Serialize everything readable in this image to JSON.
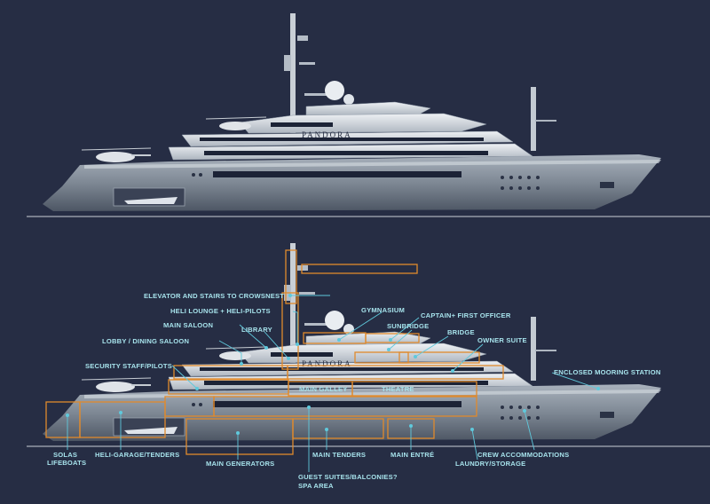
{
  "yacht_name": "PANDORA",
  "labels": {
    "elevator": "ELEVATOR AND STAIRS TO CROWSNEST",
    "heli_lounge": "HELI LOUNGE + HELI-PILOTS",
    "main_saloon": "MAIN SALOON",
    "library": "LIBRARY",
    "lobby": "LOBBY / DINING SALOON",
    "security": "SECURITY STAFF/PILOTS",
    "gymnasium": "GYMNASIUM",
    "captain": "CAPTAIN+ FIRST OFFICER",
    "sunbridge": "SUNBRIDGE",
    "bridge": "BRIDGE",
    "owner_suite": "OWNER SUITE",
    "mooring": "ENCLOSED MOORING STATION",
    "main_galley": "MAIN GALLEY",
    "theatre": "THEATRE",
    "solas_1": "SOLAS",
    "solas_2": "LIFEBOATS",
    "heli_garage": "HELI-GARAGE/TENDERS",
    "main_generators": "MAIN GENERATORS",
    "main_tenders": "MAIN TENDERS",
    "main_entre": "MAIN ENTRÉ",
    "crew": "CREW ACCOMMODATIONS",
    "laundry": "LAUNDRY/STORAGE",
    "guest_suites": "GUEST SUITES/BALCONIES?",
    "spa": "SPA AREA"
  },
  "colors": {
    "background": "#262d44",
    "label": "#a7e3ec",
    "leader": "#5fc9dc",
    "outline": "#e08a2c"
  }
}
